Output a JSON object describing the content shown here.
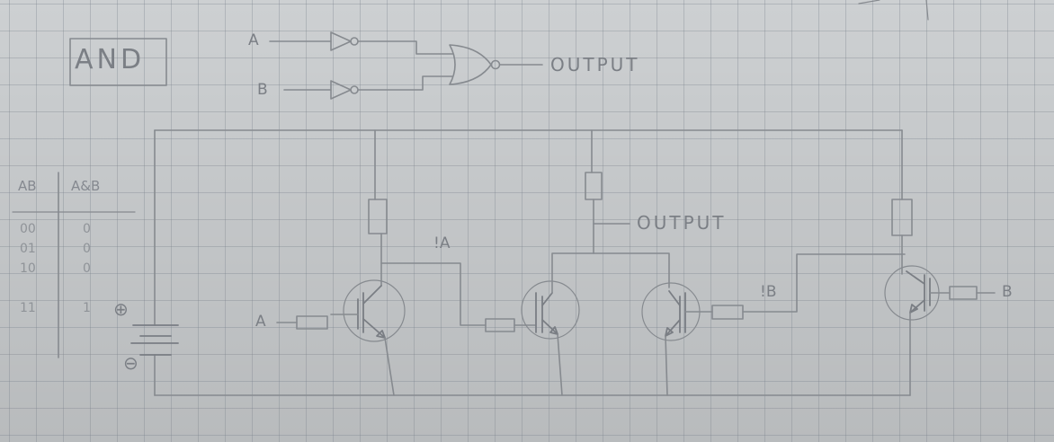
{
  "title": "AND",
  "gate_diagram": {
    "input_a": "A",
    "input_b": "B",
    "output": "OUTPUT"
  },
  "truth_table": {
    "header_inputs": "AB",
    "header_result": "A&B",
    "rows": [
      {
        "inputs": "00",
        "result": "0"
      },
      {
        "inputs": "01",
        "result": "0"
      },
      {
        "inputs": "10",
        "result": "0"
      },
      {
        "inputs": "11",
        "result": "1"
      }
    ]
  },
  "circuit": {
    "battery_plus": "⊕",
    "battery_minus": "⊖",
    "input_a": "A",
    "input_b": "B",
    "not_a": "!A",
    "not_b": "!B",
    "output": "OUTPUT"
  }
}
